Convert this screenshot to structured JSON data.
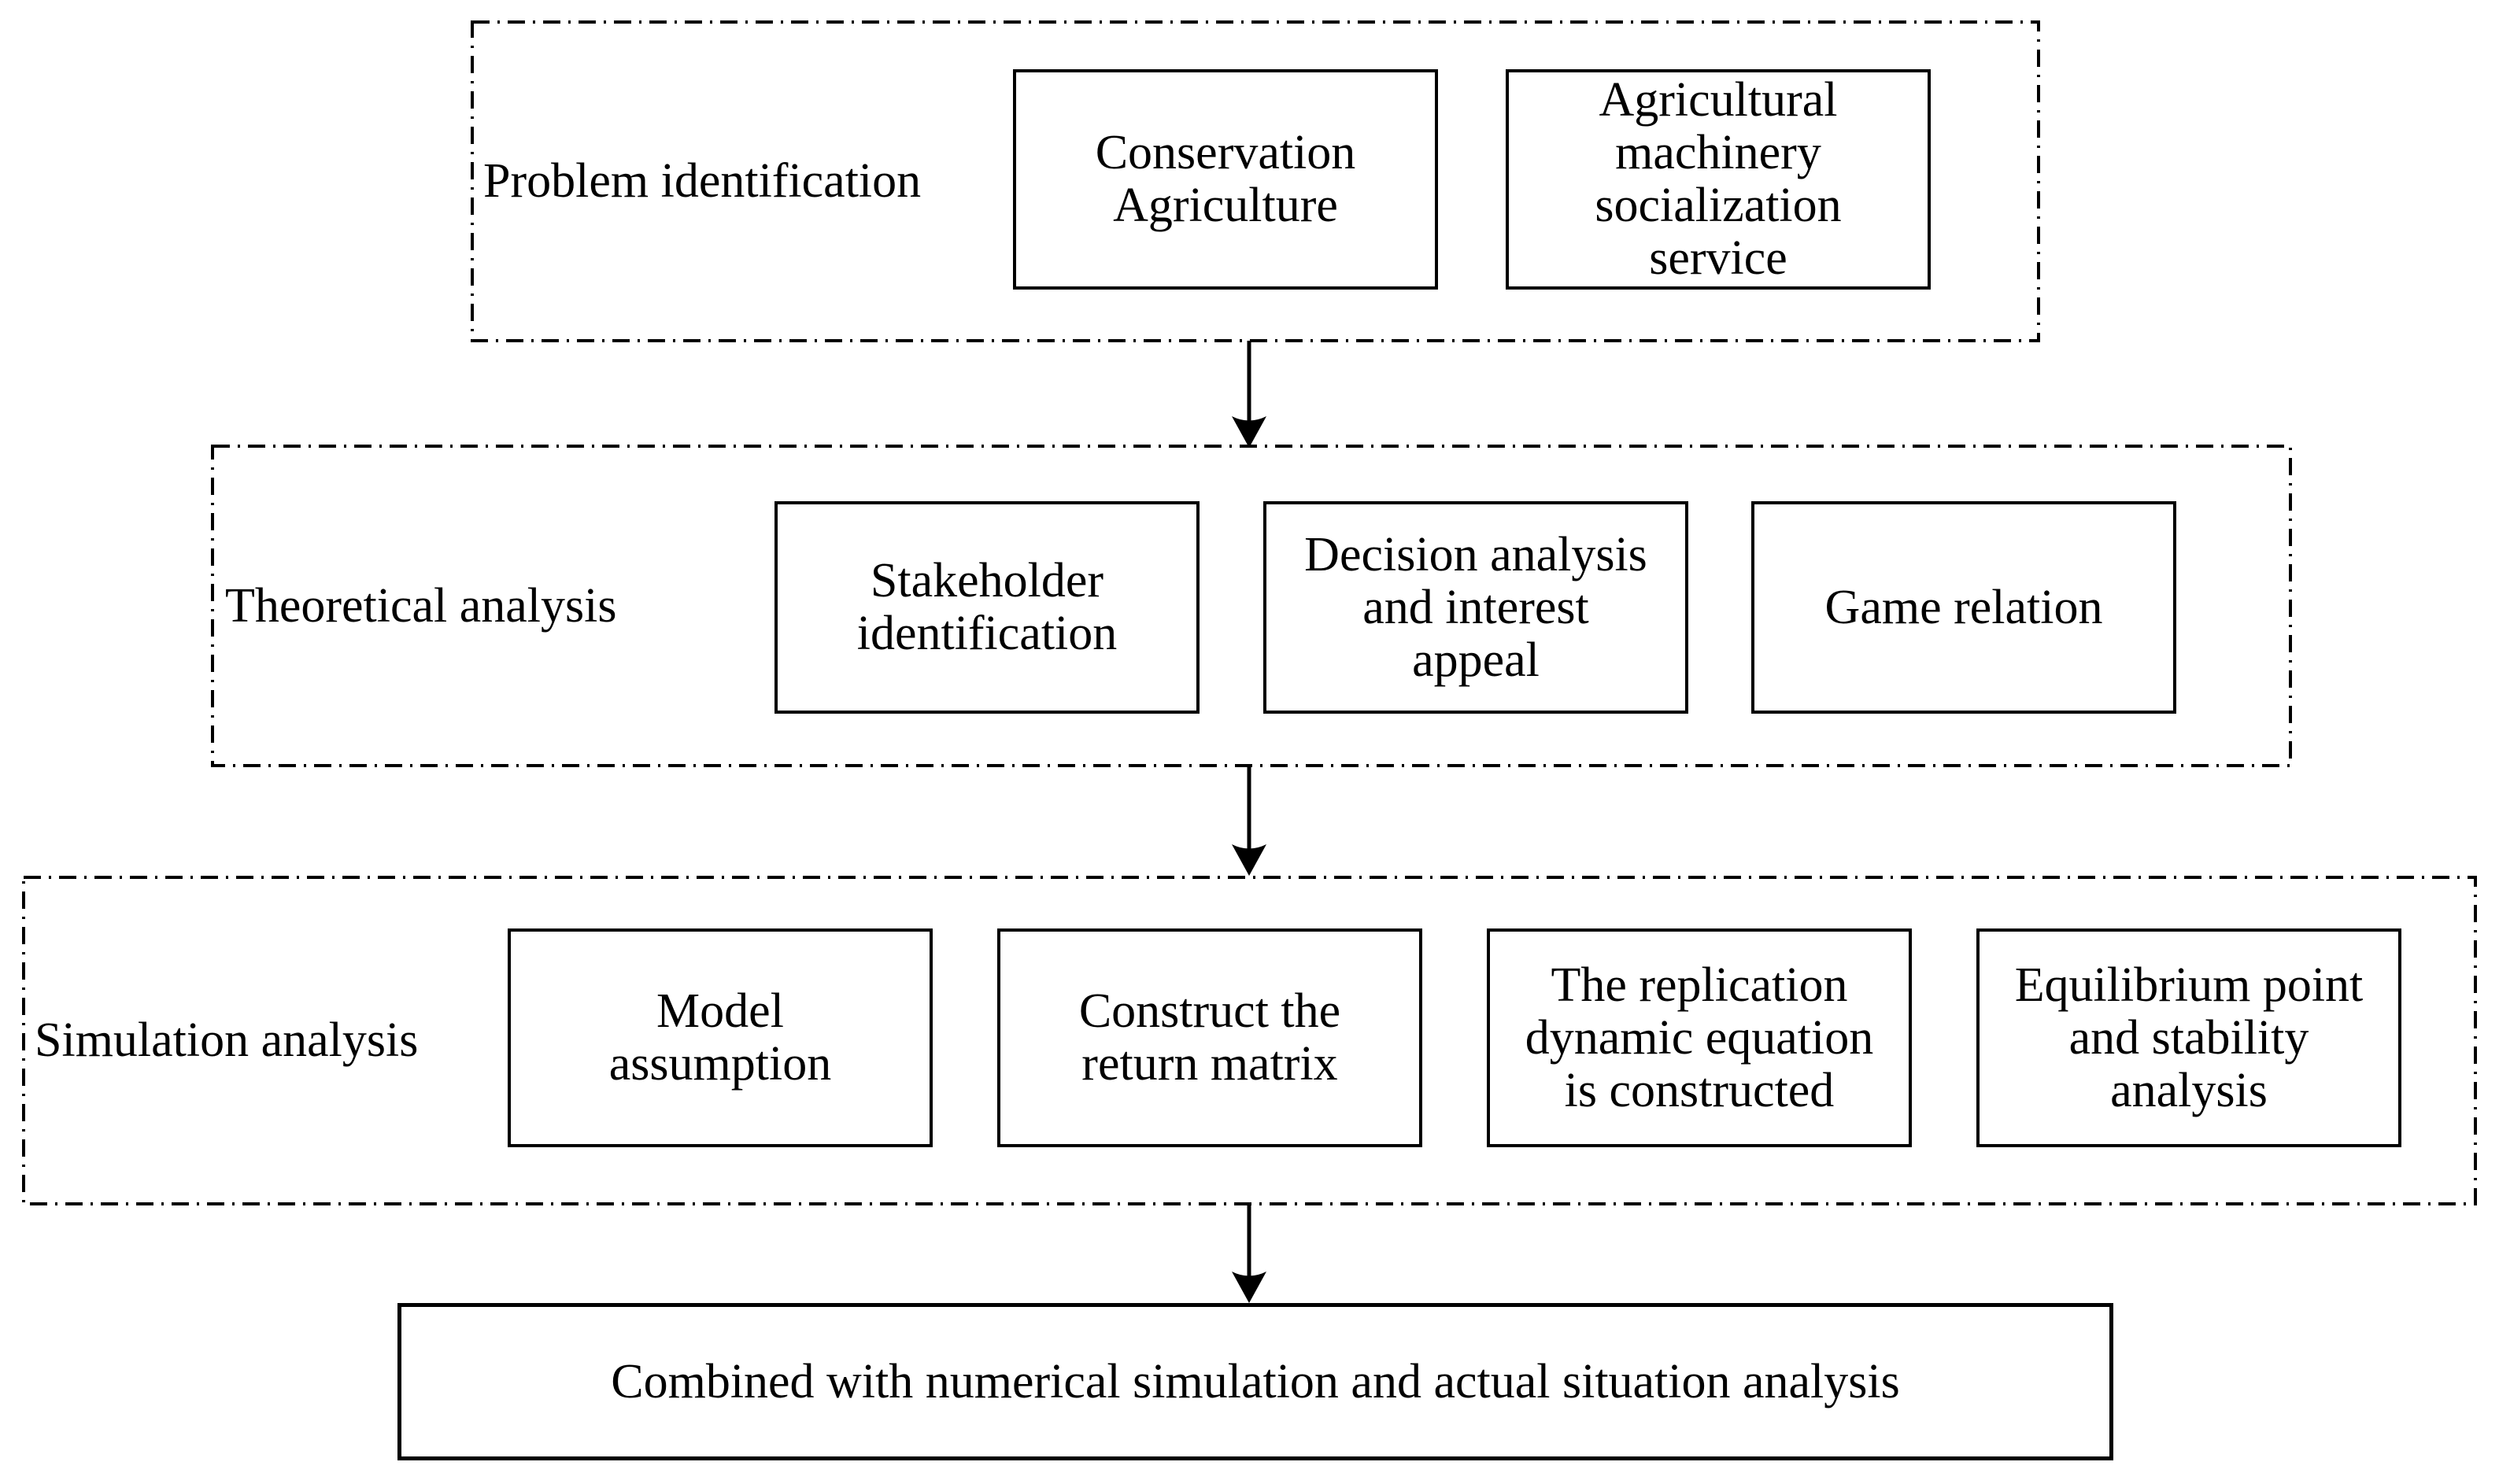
{
  "flowchart": {
    "background": "#ffffff",
    "line_color": "#000000",
    "sections": [
      {
        "label": "Problem identification",
        "boxes": [
          "Conservation\nAgriculture",
          "Agricultural\nmachinery\nsocialization\nservice"
        ]
      },
      {
        "label": "Theoretical analysis",
        "boxes": [
          "Stakeholder\nidentification",
          "Decision analysis\nand interest\nappeal",
          "Game relation"
        ]
      },
      {
        "label": "Simulation analysis",
        "boxes": [
          "Model\nassumption",
          "Construct the\nreturn matrix",
          "The replication\ndynamic equation\nis constructed",
          "Equilibrium point\nand stability\nanalysis"
        ]
      }
    ],
    "final_box": "Combined with numerical simulation and actual situation analysis"
  }
}
